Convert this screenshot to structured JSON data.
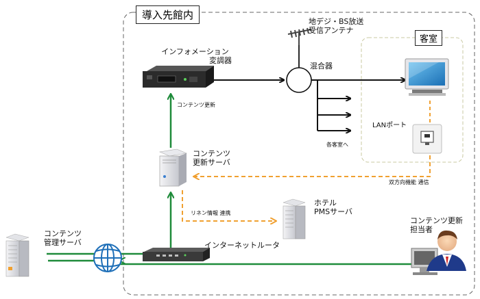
{
  "facility_box": {
    "title": "導入先館内"
  },
  "guest_room_box": {
    "title": "客室"
  },
  "nodes": {
    "antenna": {
      "label_line1": "地デジ・BS放送",
      "label_line2": "受信アンテナ",
      "icon": "antenna-icon"
    },
    "mixer": {
      "label": "混合器",
      "icon": "mixer-circle"
    },
    "info_modulator": {
      "label_line1": "インフォメーション",
      "label_line2": "変調器",
      "icon": "modulator-device-icon"
    },
    "tv": {
      "icon": "tv-monitor-icon"
    },
    "lan_port": {
      "label": "LANポート",
      "icon": "lan-port-icon"
    },
    "content_update_server": {
      "label_line1": "コンテンツ",
      "label_line2": "更新サーバ",
      "icon": "server-icon"
    },
    "hotel_pms_server": {
      "label_line1": "ホテル",
      "label_line2": "PMSサーバ",
      "icon": "server-rack-icon"
    },
    "internet_router": {
      "label": "インターネットルータ",
      "icon": "router-icon"
    },
    "content_mgmt_server": {
      "label_line1": "コンテンツ",
      "label_line2": "管理サーバ",
      "icon": "server-rack-icon"
    },
    "globe": {
      "icon": "globe-icon"
    },
    "content_updater": {
      "label_line1": "コンテンツ更新",
      "label_line2": "担当者",
      "icon": "person-at-computer-icon"
    }
  },
  "connection_labels": {
    "content_update": "コンテンツ更新",
    "each_room": "各客室へ",
    "bidirectional": "双方向機能 通信",
    "linen_info": "リネン情報 連携"
  },
  "colors": {
    "green": "#1e8b3a",
    "orange": "#f0a030",
    "black": "#111111",
    "dash_border": "#666666",
    "room_border": "#c8c8a0"
  }
}
